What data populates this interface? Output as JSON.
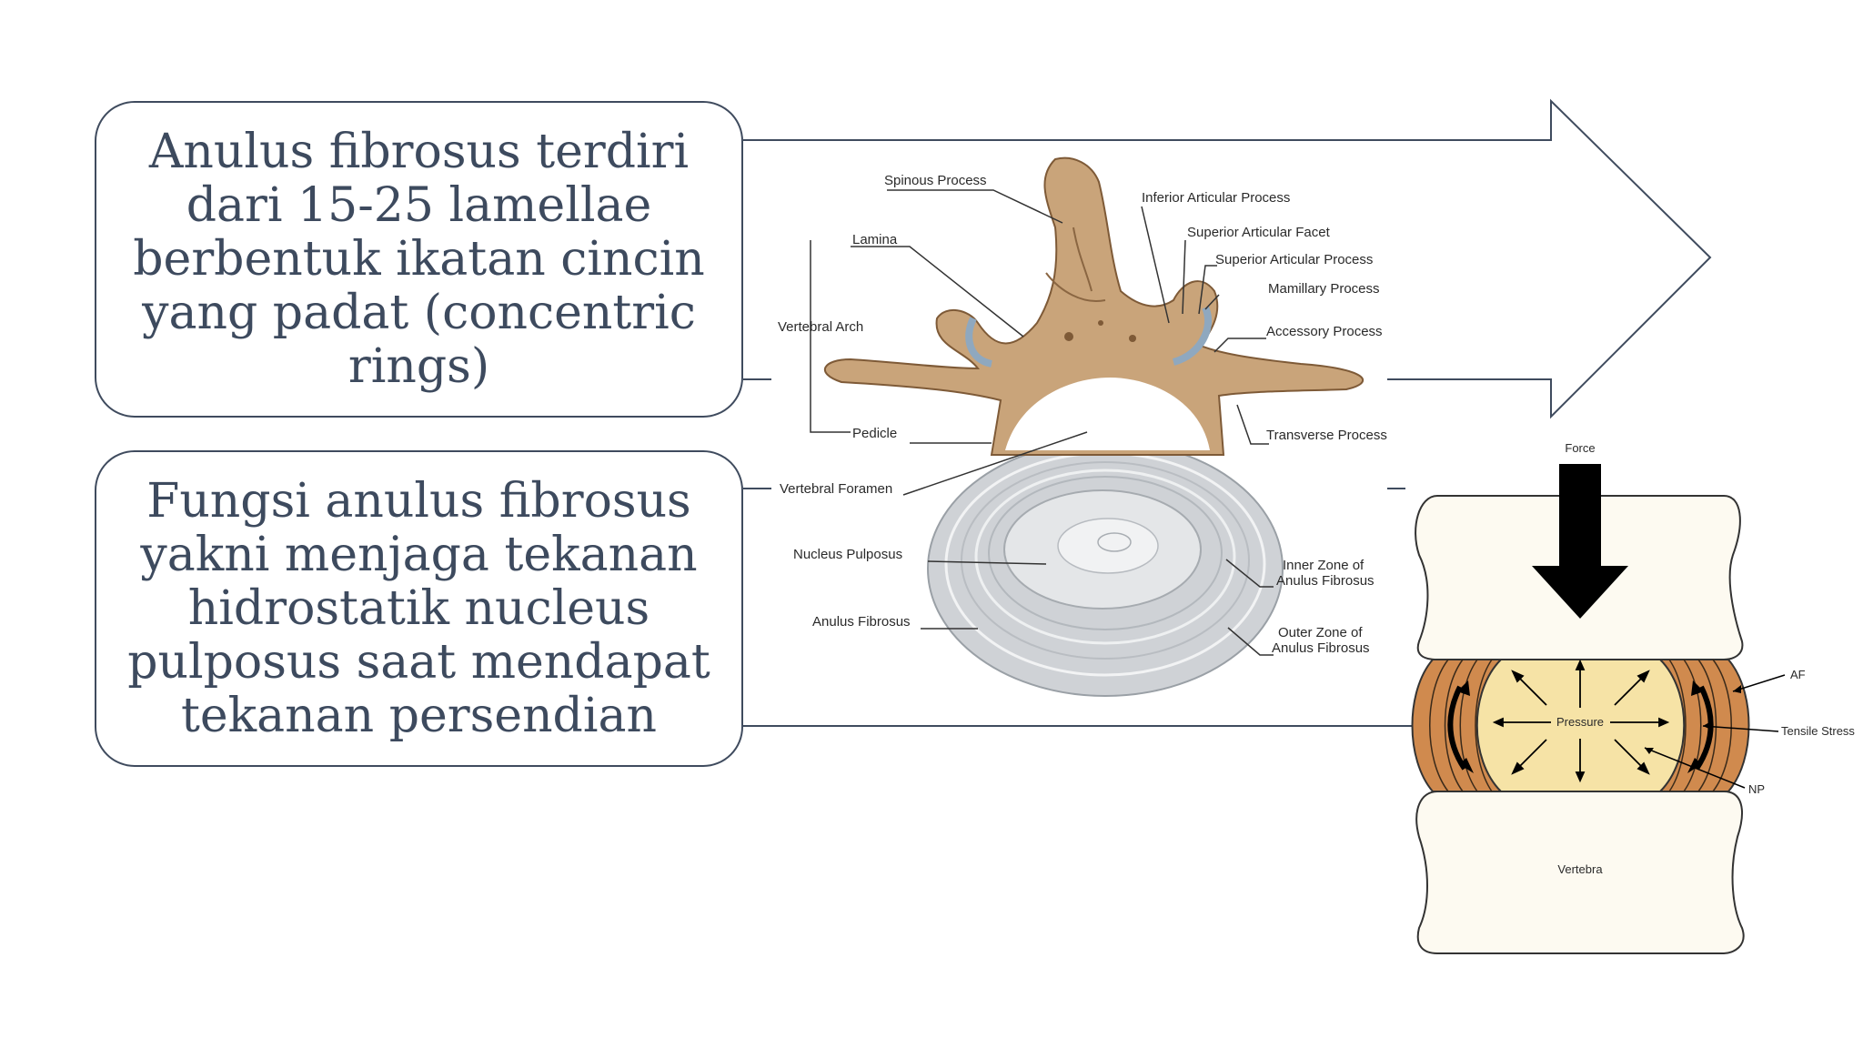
{
  "boxes": {
    "top": "Anulus fibrosus terdiri dari 15-25 lamellae berbentuk ikatan cincin yang padat (concentric rings)",
    "bottom": "Fungsi anulus fibrosus yakni menjaga tekanan hidrostatik nucleus pulposus saat mendapat tekanan persendian"
  },
  "vertebra_labels": {
    "spinous_process": "Spinous Process",
    "inferior_articular_process": "Inferior Articular Process",
    "superior_articular_facet": "Superior Articular Facet",
    "superior_articular_process": "Superior Articular Process",
    "mamillary_process": "Mamillary Process",
    "accessory_process": "Accessory Process",
    "lamina": "Lamina",
    "vertebral_arch": "Vertebral Arch",
    "pedicle": "Pedicle",
    "transverse_process": "Transverse Process",
    "vertebral_foramen": "Vertebral Foramen",
    "nucleus_pulposus": "Nucleus Pulposus",
    "anulus_fibrosus": "Anulus Fibrosus",
    "inner_zone_1": "Inner Zone of",
    "inner_zone_2": "Anulus Fibrosus",
    "outer_zone_1": "Outer Zone of",
    "outer_zone_2": "Anulus Fibrosus"
  },
  "disc_labels": {
    "force": "Force",
    "pressure": "Pressure",
    "af": "AF",
    "tensile_stress": "Tensile Stress",
    "np": "NP",
    "vertebra": "Vertebra"
  },
  "colors": {
    "text": "#3d4a5e",
    "outline": "#3f4b5e",
    "bone": "#c9a47a",
    "disc_gray": "#cfd2d6",
    "af_orange": "#d08a4e",
    "np_yellow": "#f6e3a6",
    "vertebra_fill": "#fdfaf1"
  }
}
